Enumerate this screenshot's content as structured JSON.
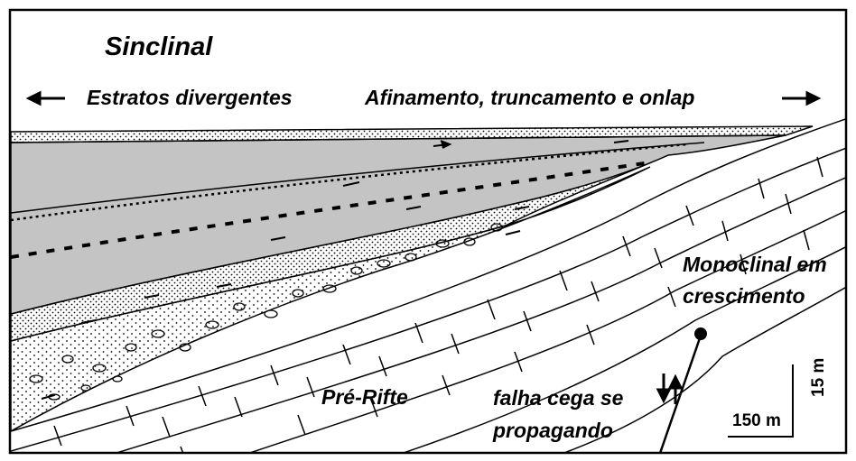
{
  "title": "Sinclinal",
  "labels": {
    "divergent": "Estratos divergentes",
    "thinning": "Afinamento, truncamento e onlap",
    "monocline_line1": "Monoclinal em",
    "monocline_line2": "crescimento",
    "pre_rift": "Pré-Rifte",
    "fault_line1": "falha cega se",
    "fault_line2": "propagando"
  },
  "scale_bar": {
    "horizontal": "150 m",
    "vertical": "15 m"
  },
  "colors": {
    "outline": "#000000",
    "gray_fill": "#c4c4c4",
    "background": "#ffffff"
  }
}
